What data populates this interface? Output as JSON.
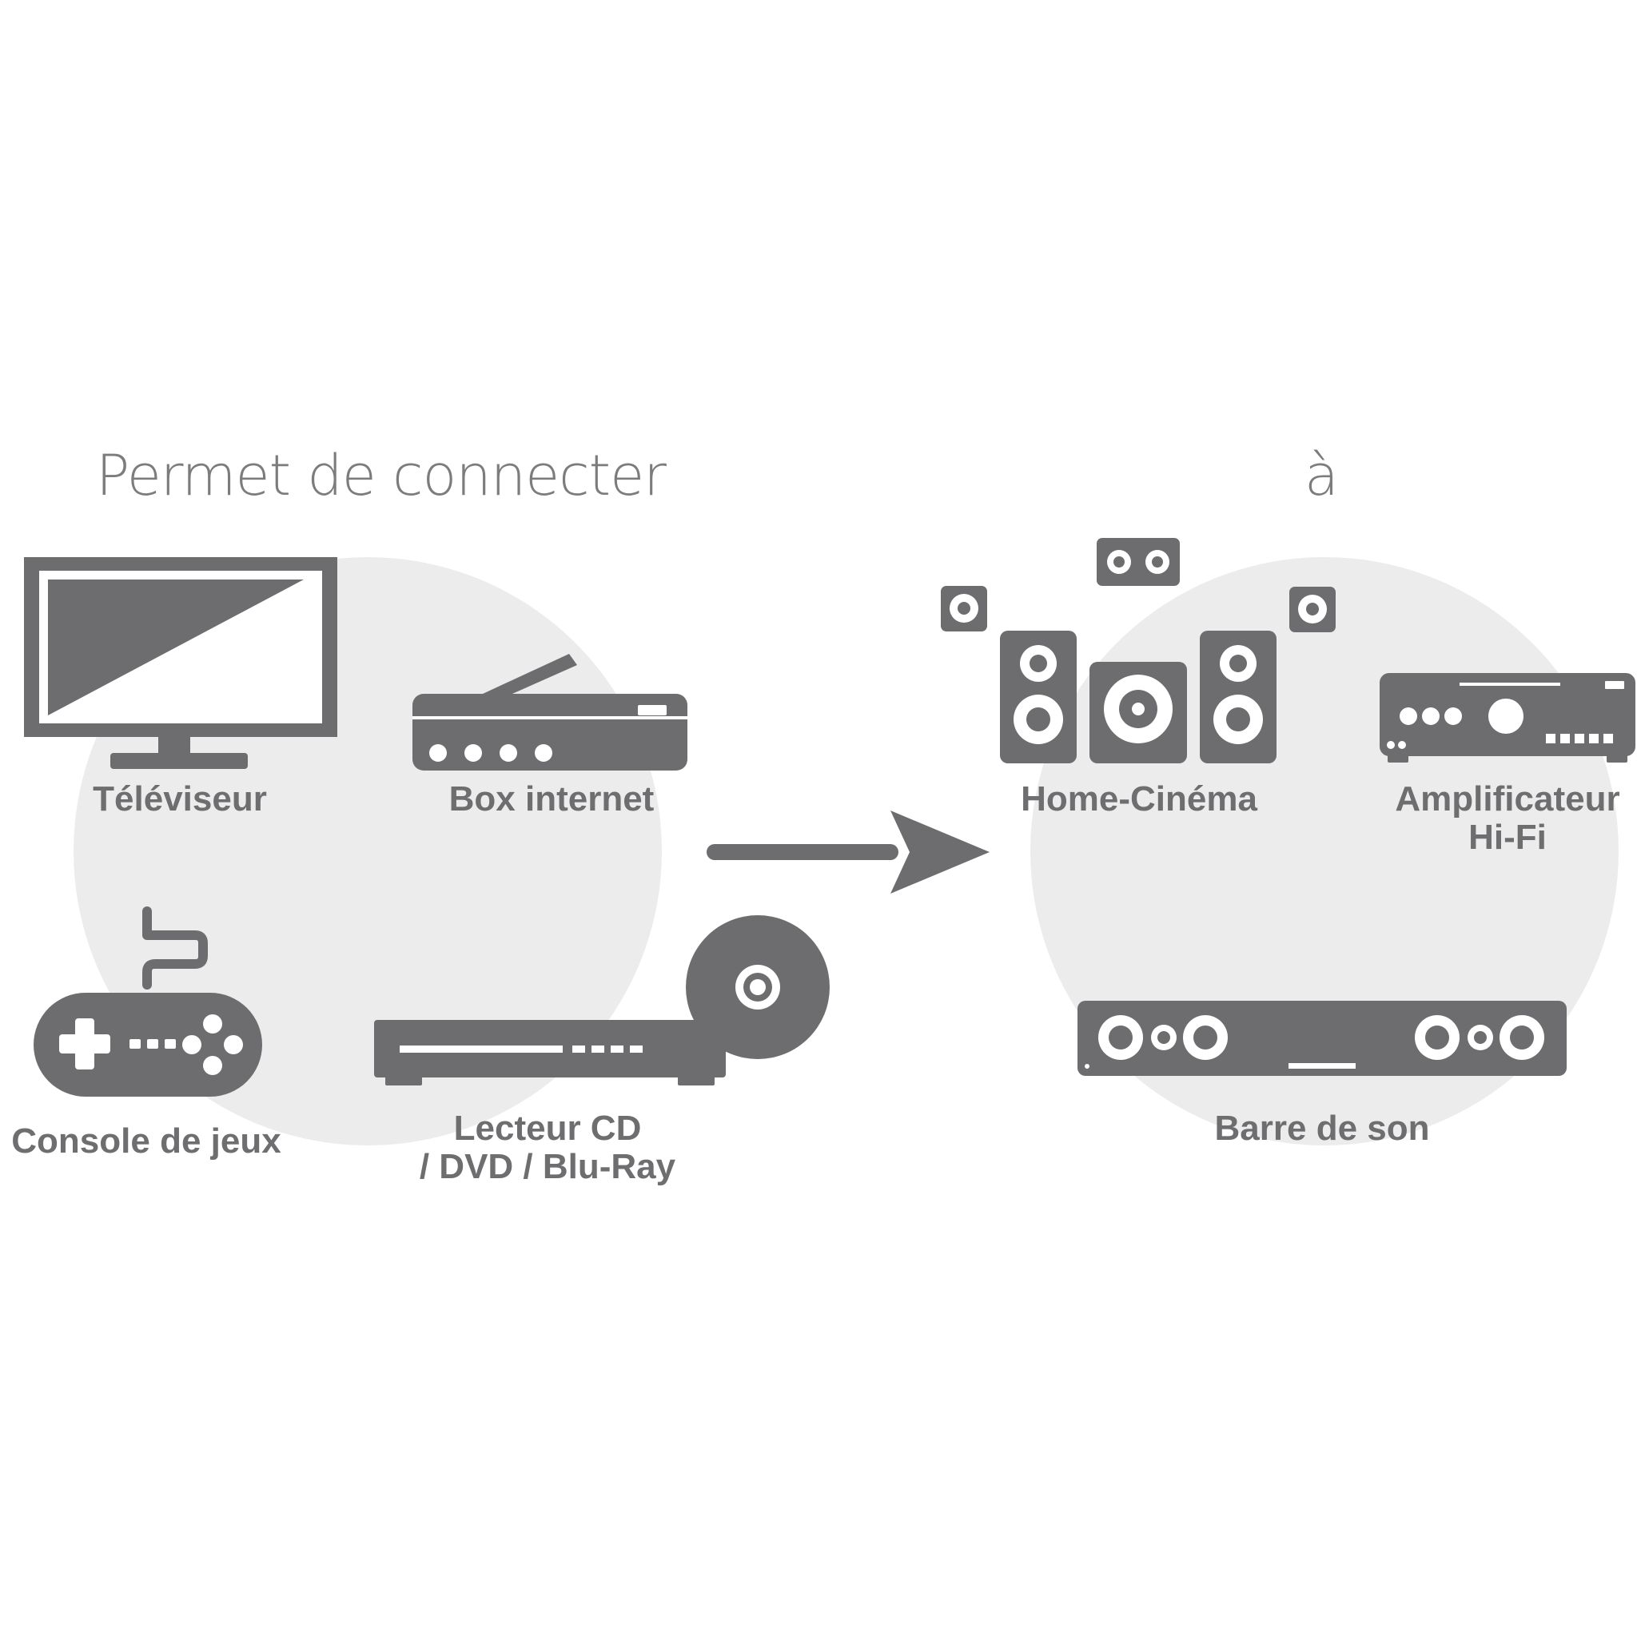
{
  "colors": {
    "icon": "#6d6d70",
    "circle": "#ececec",
    "heading": "#7c7c7c",
    "label": "#6e6e70",
    "background": "#ffffff"
  },
  "headings": {
    "source": "Permet de connecter",
    "target": "à"
  },
  "sources": [
    {
      "id": "tv",
      "icon": "television-icon",
      "lines": [
        "Téléviseur"
      ]
    },
    {
      "id": "box",
      "icon": "router-icon",
      "lines": [
        "Box internet"
      ]
    },
    {
      "id": "console",
      "icon": "gamepad-icon",
      "lines": [
        "Console de jeux"
      ]
    },
    {
      "id": "player",
      "icon": "disc-player-icon",
      "lines": [
        "Lecteur CD",
        "/ DVD / Blu-Ray"
      ]
    }
  ],
  "connector": {
    "icon": "arrow-right-icon"
  },
  "targets": [
    {
      "id": "home-cinema",
      "icon": "speakers-icon",
      "lines": [
        "Home-Cinéma"
      ]
    },
    {
      "id": "amplifier",
      "icon": "amplifier-icon",
      "lines": [
        "Amplificateur",
        "Hi-Fi"
      ]
    },
    {
      "id": "soundbar",
      "icon": "soundbar-icon",
      "lines": [
        "Barre de son"
      ]
    }
  ]
}
